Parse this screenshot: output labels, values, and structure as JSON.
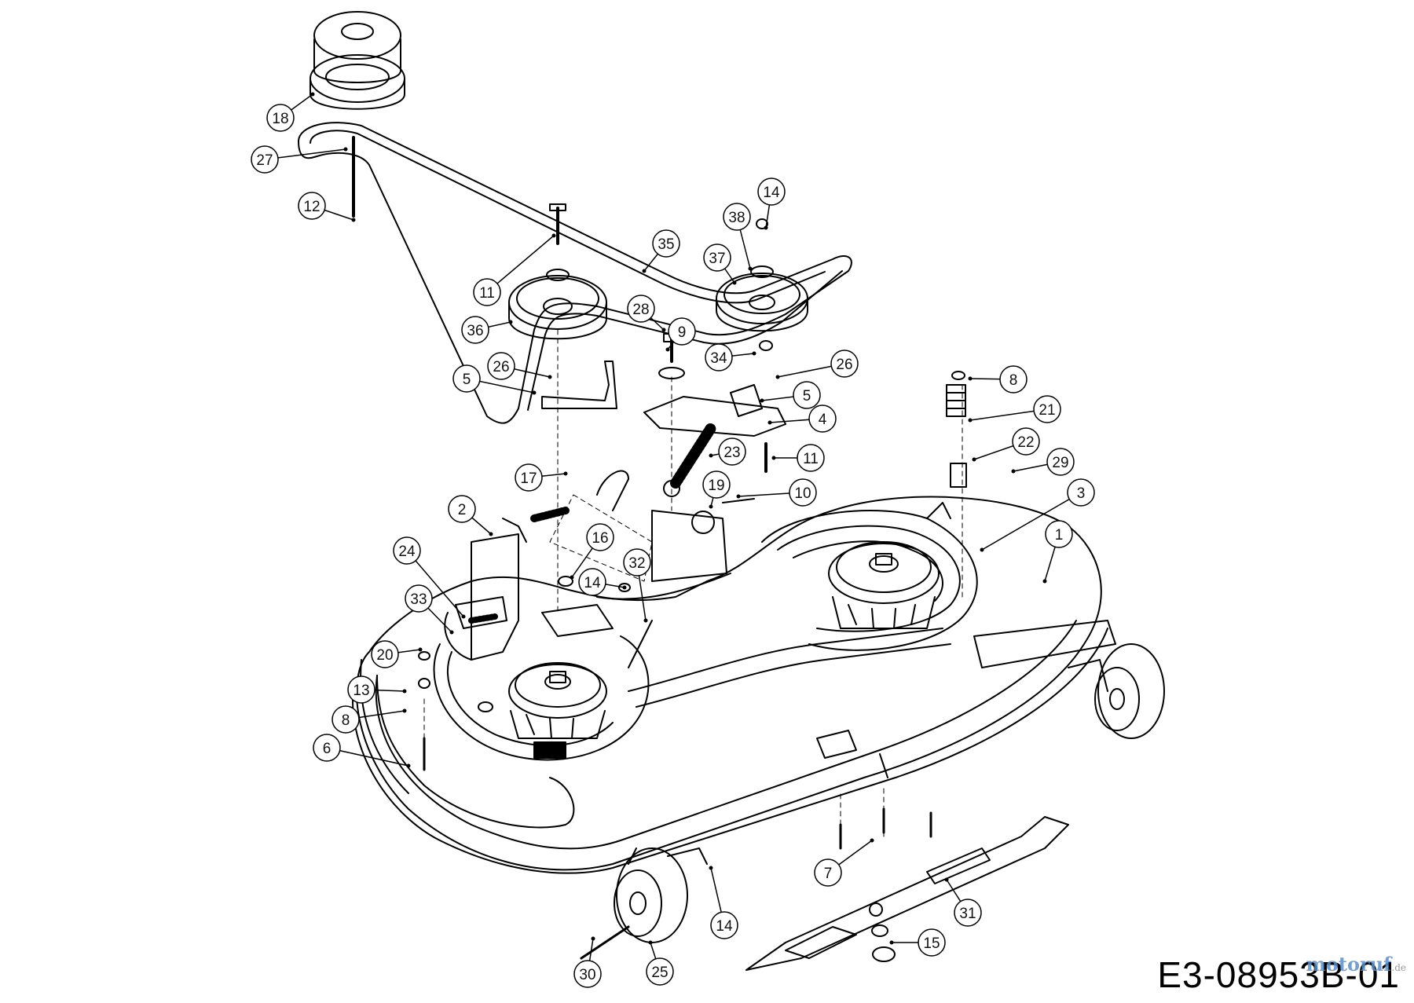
{
  "diagram": {
    "drawing_code": "E3-08953B-01",
    "watermark": "motoruf",
    "watermark_suffix": ".de",
    "callouts": [
      {
        "id": "c1",
        "label": "1"
      },
      {
        "id": "c2",
        "label": "2"
      },
      {
        "id": "c3",
        "label": "3"
      },
      {
        "id": "c4",
        "label": "4"
      },
      {
        "id": "c5a",
        "label": "5"
      },
      {
        "id": "c5b",
        "label": "5"
      },
      {
        "id": "c6",
        "label": "6"
      },
      {
        "id": "c7",
        "label": "7"
      },
      {
        "id": "c8a",
        "label": "8"
      },
      {
        "id": "c8b",
        "label": "8"
      },
      {
        "id": "c9",
        "label": "9"
      },
      {
        "id": "c10",
        "label": "10"
      },
      {
        "id": "c11a",
        "label": "11"
      },
      {
        "id": "c11b",
        "label": "11"
      },
      {
        "id": "c12",
        "label": "12"
      },
      {
        "id": "c13",
        "label": "13"
      },
      {
        "id": "c14a",
        "label": "14"
      },
      {
        "id": "c14b",
        "label": "14"
      },
      {
        "id": "c14c",
        "label": "14"
      },
      {
        "id": "c15",
        "label": "15"
      },
      {
        "id": "c16",
        "label": "16"
      },
      {
        "id": "c17",
        "label": "17"
      },
      {
        "id": "c18",
        "label": "18"
      },
      {
        "id": "c19",
        "label": "19"
      },
      {
        "id": "c20",
        "label": "20"
      },
      {
        "id": "c21",
        "label": "21"
      },
      {
        "id": "c22",
        "label": "22"
      },
      {
        "id": "c23",
        "label": "23"
      },
      {
        "id": "c24",
        "label": "24"
      },
      {
        "id": "c25",
        "label": "25"
      },
      {
        "id": "c26a",
        "label": "26"
      },
      {
        "id": "c26b",
        "label": "26"
      },
      {
        "id": "c27",
        "label": "27"
      },
      {
        "id": "c28",
        "label": "28"
      },
      {
        "id": "c29",
        "label": "29"
      },
      {
        "id": "c30",
        "label": "30"
      },
      {
        "id": "c31",
        "label": "31"
      },
      {
        "id": "c32",
        "label": "32"
      },
      {
        "id": "c33",
        "label": "33"
      },
      {
        "id": "c34",
        "label": "34"
      },
      {
        "id": "c35",
        "label": "35"
      },
      {
        "id": "c36",
        "label": "36"
      },
      {
        "id": "c37",
        "label": "37"
      },
      {
        "id": "c38",
        "label": "38"
      }
    ]
  }
}
